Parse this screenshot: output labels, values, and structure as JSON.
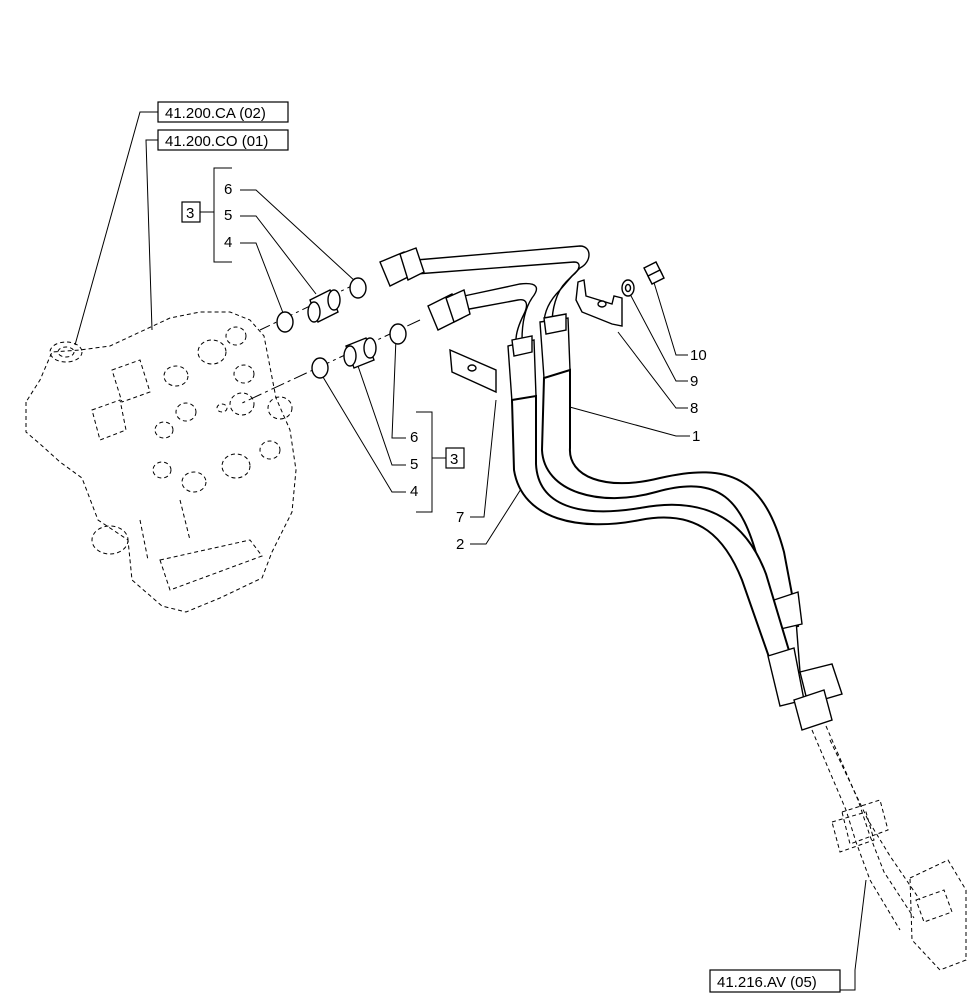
{
  "references": {
    "ref_top_1": "41.200.CA (02)",
    "ref_top_2": "41.200.CO (01)",
    "ref_bottom": "41.216.AV (05)"
  },
  "groups": {
    "upper": {
      "box_label": "3",
      "items": [
        "6",
        "5",
        "4"
      ]
    },
    "lower": {
      "box_label": "3",
      "items": [
        "6",
        "5",
        "4"
      ]
    }
  },
  "callouts": {
    "c1": "1",
    "c2": "2",
    "c7": "7",
    "c8": "8",
    "c9": "9",
    "c10": "10"
  }
}
